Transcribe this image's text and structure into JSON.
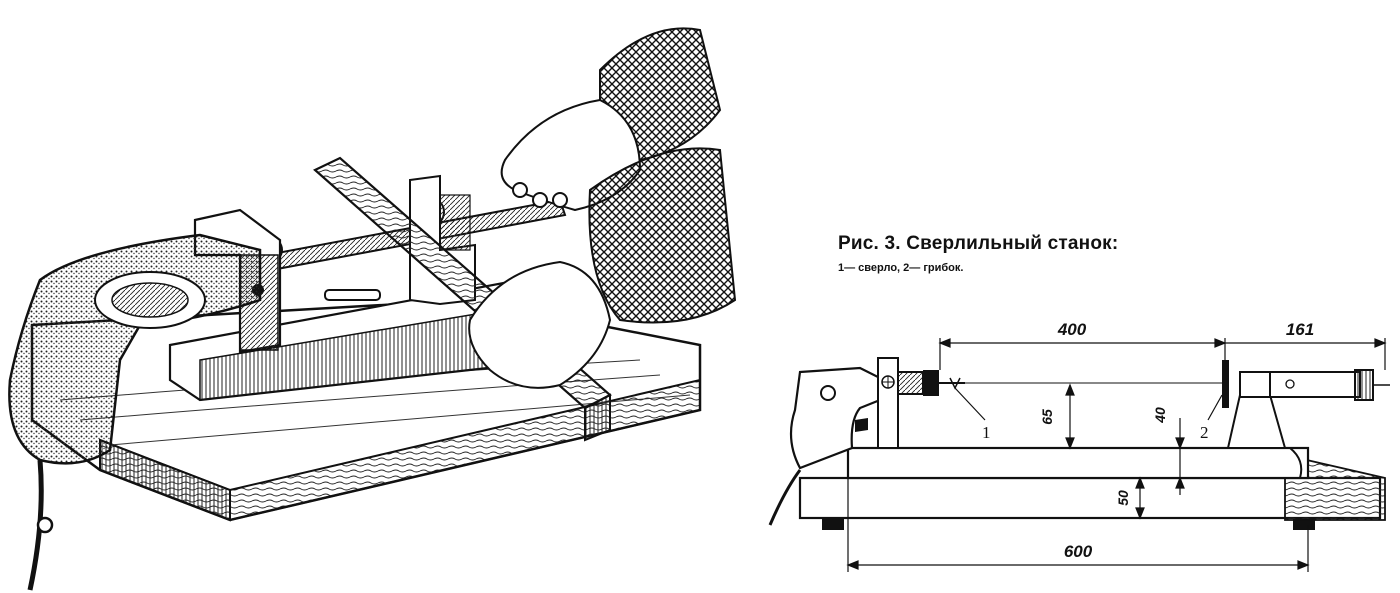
{
  "caption": {
    "title": "Рис. 3. Сверлильный станок:",
    "subtitle": "1— сверло, 2— грибок."
  },
  "drawing": {
    "dimensions": {
      "length_top": "400",
      "length_right": "161",
      "height_bit": "65",
      "height_inner": "40",
      "height_base": "50",
      "length_base": "600"
    },
    "callouts": {
      "drill_bit": "1",
      "mushroom": "2"
    }
  }
}
